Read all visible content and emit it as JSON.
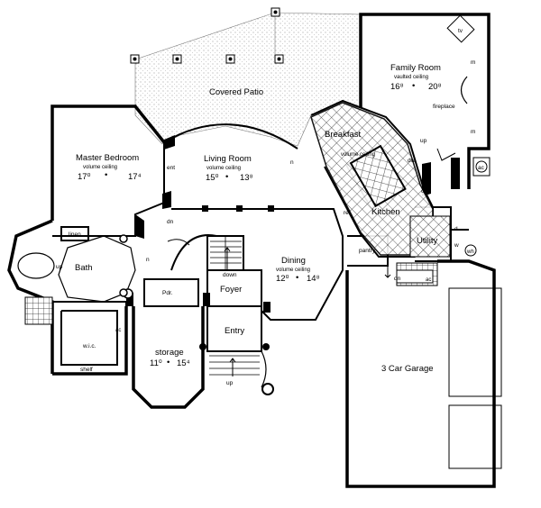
{
  "rooms": {
    "covered_patio": {
      "name": "Covered Patio"
    },
    "family_room": {
      "name": "Family Room",
      "note": "vaulted ceiling",
      "dim_a": "16⁸",
      "dim_b": "20⁸"
    },
    "master_bedroom": {
      "name": "Master Bedroom",
      "note": "volume ceiling",
      "dim_a": "17⁰",
      "dim_b": "17⁴"
    },
    "living_room": {
      "name": "Living Room",
      "note": "volume ceiling",
      "dim_a": "15⁰",
      "dim_b": "13⁸"
    },
    "breakfast": {
      "name": "Breakfast"
    },
    "kitchen": {
      "name": "Kitchen",
      "note": "volume ceiling"
    },
    "utility": {
      "name": "Utility"
    },
    "bath": {
      "name": "Bath"
    },
    "dining": {
      "name": "Dining",
      "note": "volume ceiling",
      "dim_a": "12⁰",
      "dim_b": "14⁸"
    },
    "foyer": {
      "name": "Foyer"
    },
    "entry": {
      "name": "Entry"
    },
    "storage": {
      "name": "storage",
      "dim_a": "11⁰",
      "dim_b": "15⁴"
    },
    "garage": {
      "name": "3 Car Garage"
    },
    "pdr": {
      "name": "Pdr."
    },
    "wic": {
      "name": "w.i.c."
    },
    "pantry": {
      "name": "pantry"
    },
    "linen": {
      "name": "linen"
    },
    "shelf": {
      "name": "shelf"
    }
  },
  "annotations": {
    "tv": "tv",
    "m": "m",
    "fireplace": "fireplace",
    "ent": "ent",
    "n": "n",
    "dw": "dw",
    "o": "o",
    "ref": "ref",
    "ac": "ac",
    "d": "d",
    "w": "w",
    "wh": "wh",
    "dn": "dn",
    "up": "up",
    "down": "down",
    "dot": "•"
  }
}
